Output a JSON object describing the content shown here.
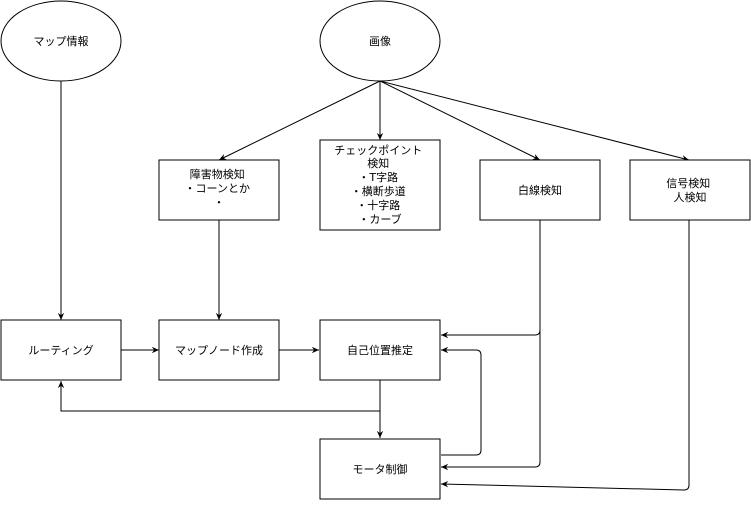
{
  "nodes": {
    "map_info": {
      "label": "マップ情報"
    },
    "image": {
      "label": "画像"
    },
    "obstacle": {
      "lines": [
        "障害物検知",
        "・コーンとか",
        "・"
      ]
    },
    "checkpoint": {
      "lines": [
        "チェックポイント",
        "検知",
        "・T字路",
        "・横断歩道",
        "・十字路",
        "・カーブ"
      ]
    },
    "white_line": {
      "label": "白線検知"
    },
    "signal": {
      "lines": [
        "信号検知",
        "人検知"
      ]
    },
    "routing": {
      "label": "ルーティング"
    },
    "map_node": {
      "label": "マップノード作成"
    },
    "self_pos": {
      "label": "自己位置推定"
    },
    "motor": {
      "label": "モータ制御"
    }
  }
}
